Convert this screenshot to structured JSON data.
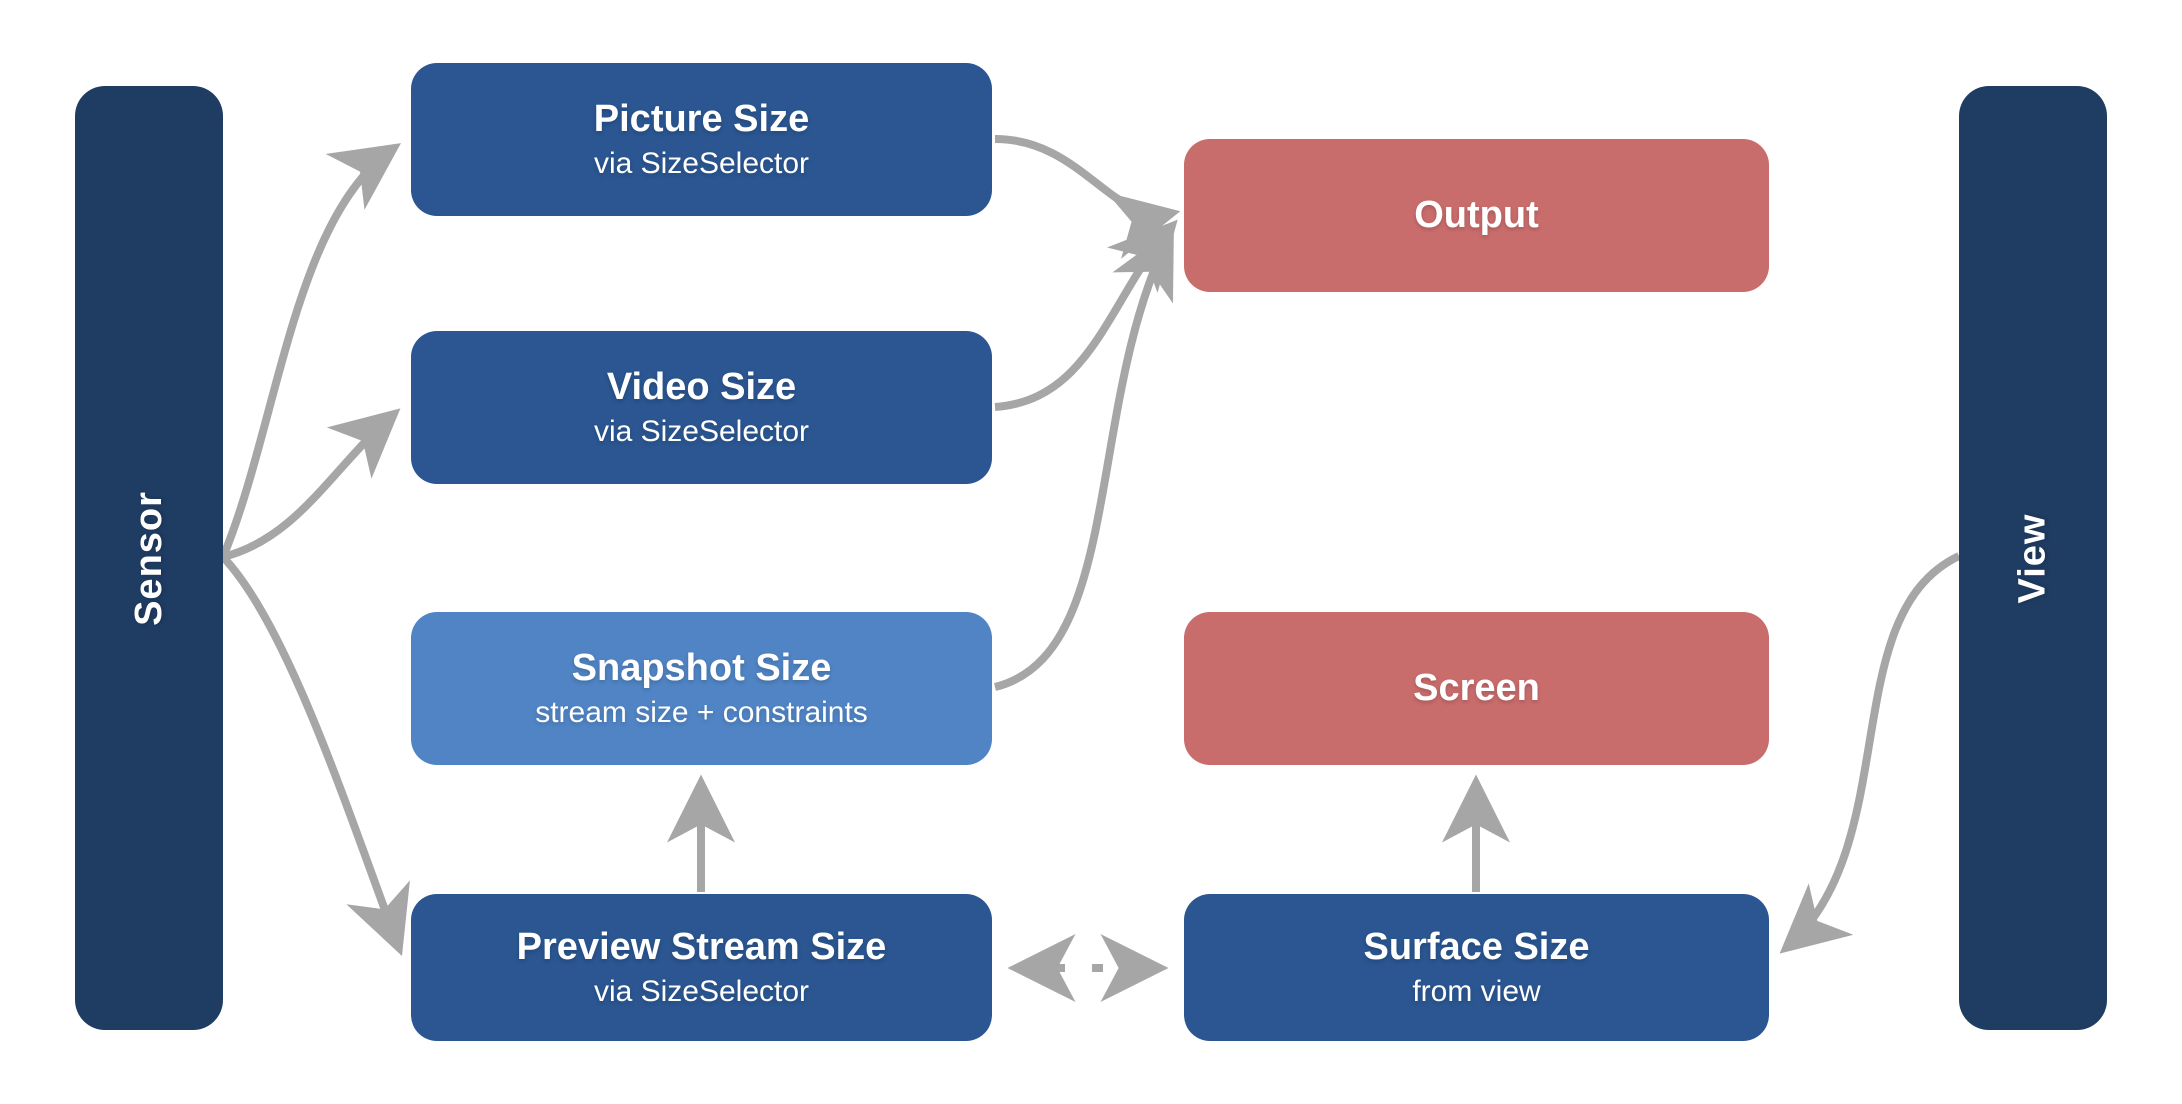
{
  "colors": {
    "bar_navy": "#1F3C63",
    "box_blue": "#2B5691",
    "box_light_blue": "#5084C4",
    "box_red": "#C96C6C",
    "arrow_gray": "#A6A6A6",
    "text_white": "#FFFFFF",
    "bg": "#FFFFFF"
  },
  "bars": {
    "sensor": {
      "label": "Sensor"
    },
    "view": {
      "label": "View"
    }
  },
  "nodes": {
    "picture": {
      "title": "Picture Size",
      "subtitle": "via SizeSelector"
    },
    "video": {
      "title": "Video Size",
      "subtitle": "via SizeSelector"
    },
    "snapshot": {
      "title": "Snapshot Size",
      "subtitle": "stream size + constraints"
    },
    "preview": {
      "title": "Preview Stream Size",
      "subtitle": "via SizeSelector"
    },
    "output": {
      "title": "Output"
    },
    "screen": {
      "title": "Screen"
    },
    "surface": {
      "title": "Surface Size",
      "subtitle": "from view"
    }
  },
  "edges": [
    {
      "from": "Sensor",
      "to": "Picture Size",
      "style": "solid-curve"
    },
    {
      "from": "Sensor",
      "to": "Video Size",
      "style": "solid-curve"
    },
    {
      "from": "Sensor",
      "to": "Preview Stream Size",
      "style": "solid-curve"
    },
    {
      "from": "Picture Size",
      "to": "Output",
      "style": "solid-curve"
    },
    {
      "from": "Video Size",
      "to": "Output",
      "style": "solid-curve"
    },
    {
      "from": "Snapshot Size",
      "to": "Output",
      "style": "solid-curve"
    },
    {
      "from": "Preview Stream Size",
      "to": "Snapshot Size",
      "style": "solid-straight"
    },
    {
      "from": "Surface Size",
      "to": "Screen",
      "style": "solid-straight"
    },
    {
      "from": "Preview Stream Size",
      "to": "Surface Size",
      "style": "dotted-bidirectional"
    },
    {
      "from": "View",
      "to": "Surface Size",
      "style": "solid-curve"
    }
  ]
}
